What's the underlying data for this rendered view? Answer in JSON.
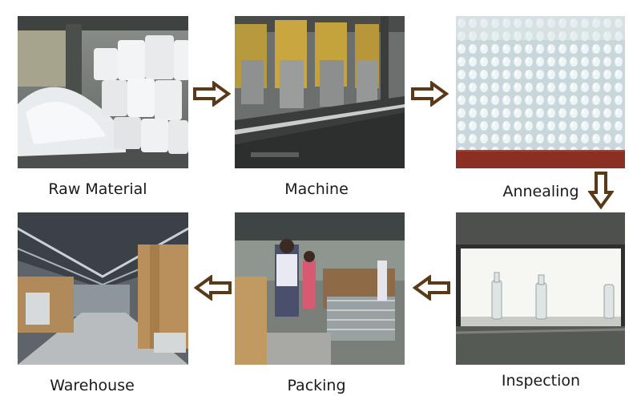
{
  "flow": {
    "steps": [
      {
        "id": "raw-material",
        "label": "Raw Material"
      },
      {
        "id": "machine",
        "label": "Machine"
      },
      {
        "id": "annealing",
        "label": "Annealing"
      },
      {
        "id": "inspection",
        "label": "Inspection"
      },
      {
        "id": "packing",
        "label": "Packing"
      },
      {
        "id": "warehouse",
        "label": "Warehouse"
      }
    ],
    "arrow_color": "#5a3a16"
  }
}
